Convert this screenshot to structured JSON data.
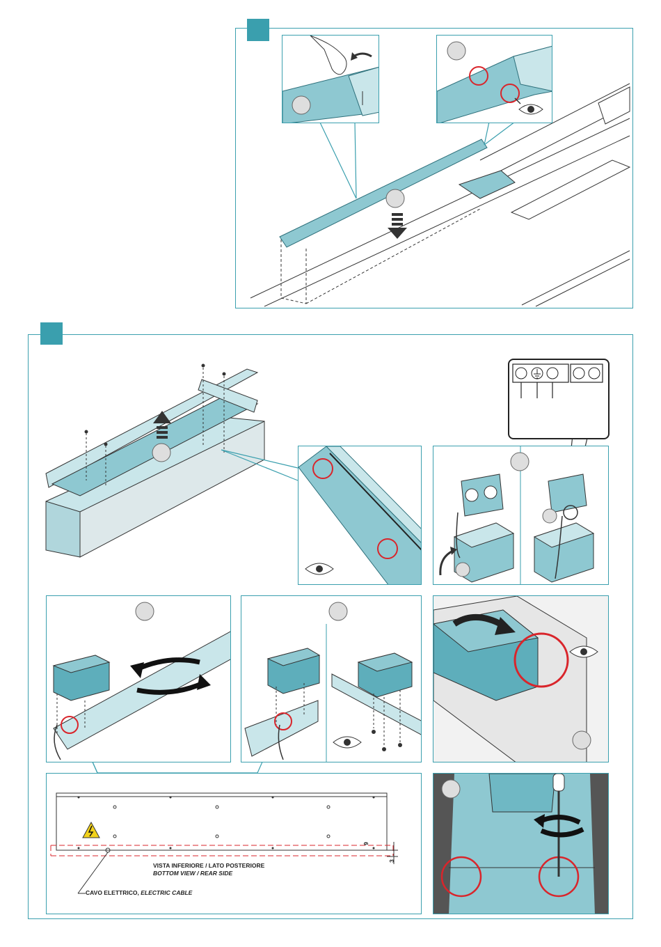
{
  "colors": {
    "accent": "#3a9fae",
    "part": "#8ec8d1",
    "part_dark": "#5eaebb",
    "highlight": "#d9252b",
    "warning": "#f2d21b"
  },
  "icons": [
    "eye-icon",
    "arrow-down-icon",
    "arrow-up-icon",
    "rotate-icon",
    "screwdriver-icon",
    "warning-icon",
    "hand-icon"
  ],
  "detail": {
    "bottom_view_it": "VISTA INFERIORE / LATO POSTERIORE",
    "bottom_view_en": "BOTTOM VIEW / REAR SIDE",
    "cable_it": "CAVO ELETTRICO,",
    "cable_en": "ELECTRIC CABLE",
    "dim_a": "9",
    "dim_b": "3"
  }
}
